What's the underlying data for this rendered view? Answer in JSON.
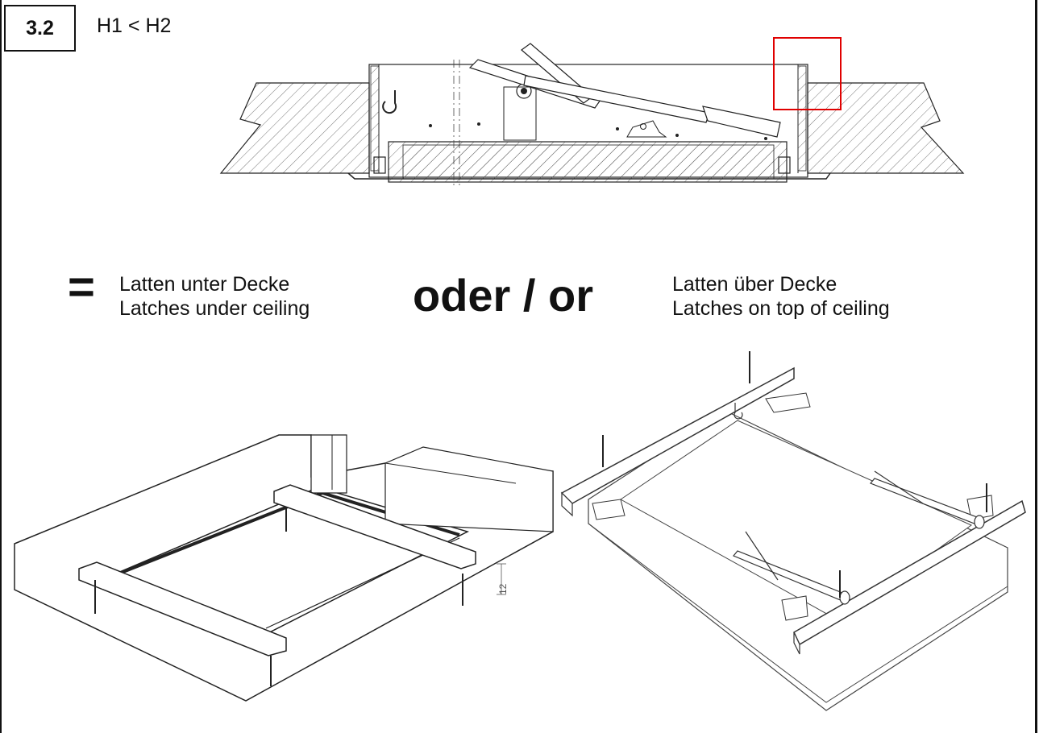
{
  "header": {
    "step_number": "3.2",
    "condition": "H1 < H2"
  },
  "options": {
    "equals_sign": "=",
    "left": {
      "line_de": "Latten unter Decke",
      "line_en": "Latches under ceiling"
    },
    "separator": "oder / or",
    "right": {
      "line_de": "Latten über Decke",
      "line_en": "Latches on top of ceiling"
    }
  },
  "left_drawing": {
    "dimension_label": "12"
  },
  "colors": {
    "highlight": "#e00000",
    "line": "#222222"
  }
}
